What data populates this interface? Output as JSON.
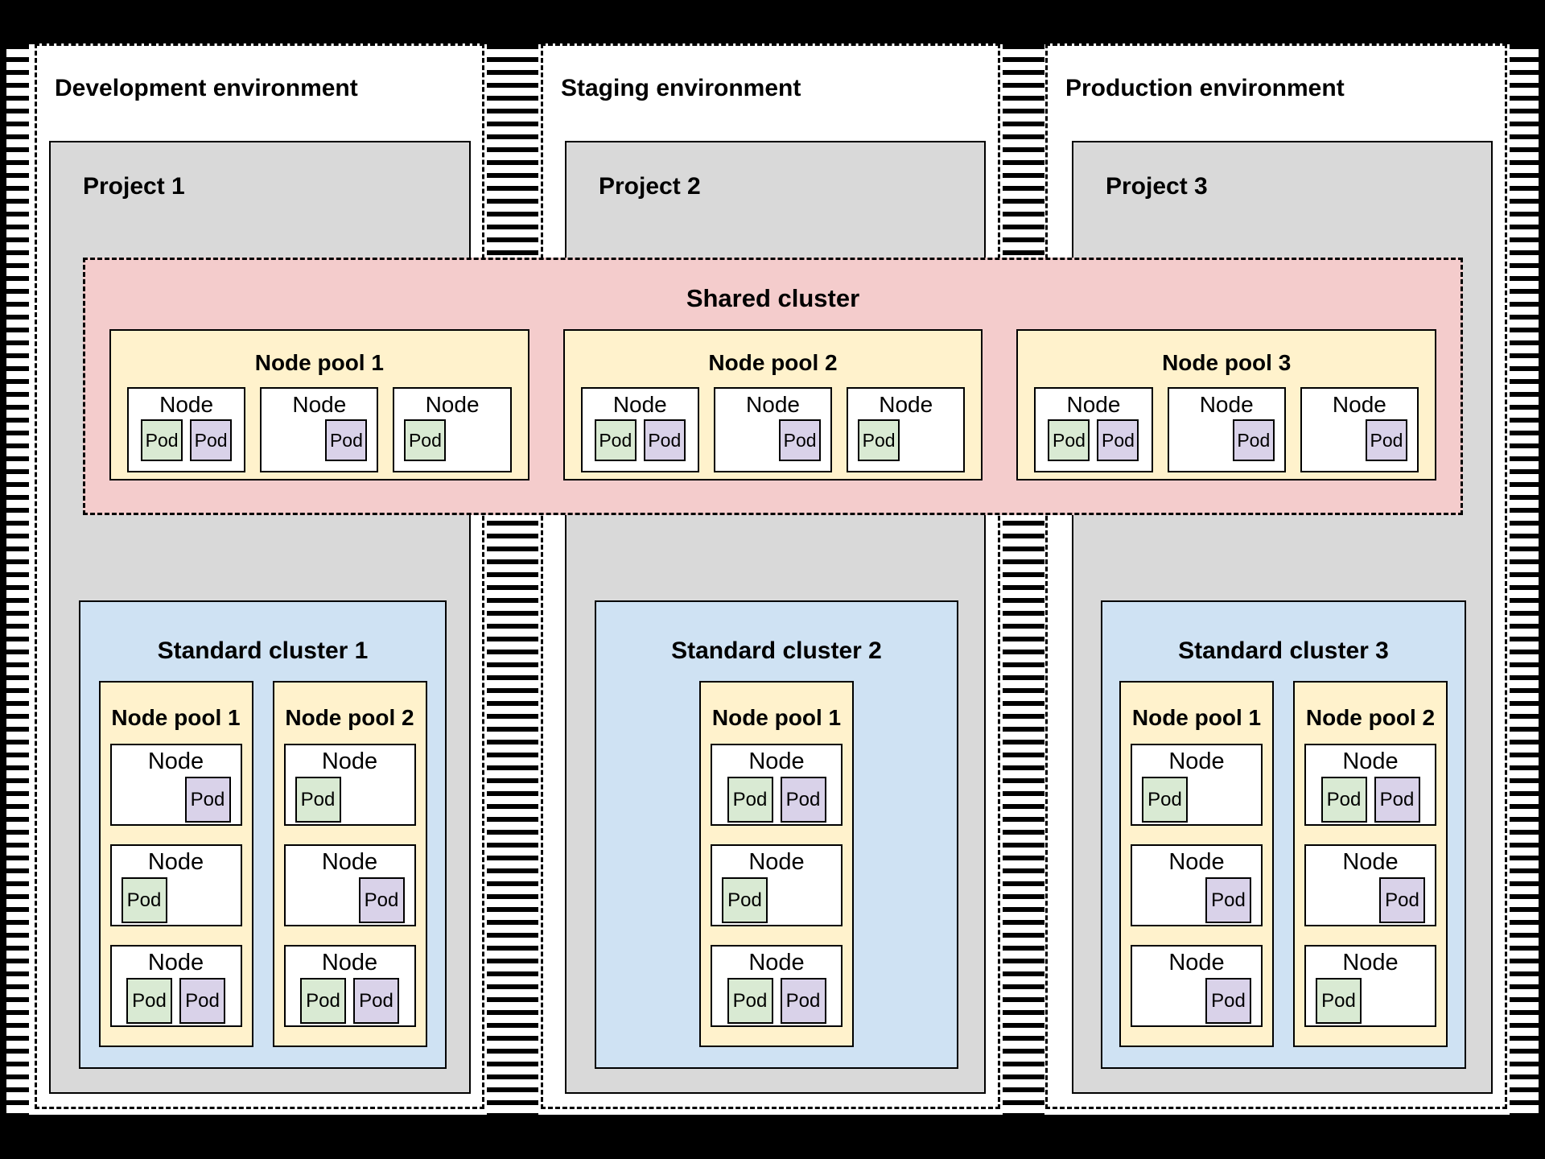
{
  "palette": {
    "background": "#000000",
    "surface": "#ffffff",
    "project_fill": "#d9d9d9",
    "shared_cluster_fill": "#f4cccc",
    "standard_cluster_fill": "#cfe2f3",
    "node_pool_fill": "#fff2cc",
    "node_fill": "#ffffff",
    "pod_green": "#d9ead3",
    "pod_purple": "#d9d2e9",
    "border": "#000000"
  },
  "shared_cluster": {
    "title": "Shared cluster",
    "node_pools": [
      {
        "label": "Node pool 1",
        "nodes": [
          {
            "label": "Node",
            "pod_align": "center",
            "pods": [
              {
                "label": "Pod",
                "color": "pod_green"
              },
              {
                "label": "Pod",
                "color": "pod_purple"
              }
            ]
          },
          {
            "label": "Node",
            "pod_align": "right",
            "pods": [
              {
                "label": "Pod",
                "color": "pod_purple"
              }
            ]
          },
          {
            "label": "Node",
            "pod_align": "left",
            "pods": [
              {
                "label": "Pod",
                "color": "pod_green"
              }
            ]
          }
        ]
      },
      {
        "label": "Node pool 2",
        "nodes": [
          {
            "label": "Node",
            "pod_align": "center",
            "pods": [
              {
                "label": "Pod",
                "color": "pod_green"
              },
              {
                "label": "Pod",
                "color": "pod_purple"
              }
            ]
          },
          {
            "label": "Node",
            "pod_align": "right",
            "pods": [
              {
                "label": "Pod",
                "color": "pod_purple"
              }
            ]
          },
          {
            "label": "Node",
            "pod_align": "left",
            "pods": [
              {
                "label": "Pod",
                "color": "pod_green"
              }
            ]
          }
        ]
      },
      {
        "label": "Node pool 3",
        "nodes": [
          {
            "label": "Node",
            "pod_align": "center",
            "pods": [
              {
                "label": "Pod",
                "color": "pod_green"
              },
              {
                "label": "Pod",
                "color": "pod_purple"
              }
            ]
          },
          {
            "label": "Node",
            "pod_align": "right",
            "pods": [
              {
                "label": "Pod",
                "color": "pod_purple"
              }
            ]
          },
          {
            "label": "Node",
            "pod_align": "right",
            "pods": [
              {
                "label": "Pod",
                "color": "pod_purple"
              }
            ]
          }
        ]
      }
    ]
  },
  "environments": [
    {
      "label": "Development environment",
      "project": {
        "label": "Project 1",
        "cluster": {
          "title": "Standard cluster 1",
          "node_pools": [
            {
              "label": "Node pool 1",
              "nodes": [
                {
                  "label": "Node",
                  "pod_align": "right",
                  "pods": [
                    {
                      "label": "Pod",
                      "color": "pod_purple"
                    }
                  ]
                },
                {
                  "label": "Node",
                  "pod_align": "left",
                  "pods": [
                    {
                      "label": "Pod",
                      "color": "pod_green"
                    }
                  ]
                },
                {
                  "label": "Node",
                  "pod_align": "center",
                  "pods": [
                    {
                      "label": "Pod",
                      "color": "pod_green"
                    },
                    {
                      "label": "Pod",
                      "color": "pod_purple"
                    }
                  ]
                }
              ]
            },
            {
              "label": "Node pool 2",
              "nodes": [
                {
                  "label": "Node",
                  "pod_align": "left",
                  "pods": [
                    {
                      "label": "Pod",
                      "color": "pod_green"
                    }
                  ]
                },
                {
                  "label": "Node",
                  "pod_align": "right",
                  "pods": [
                    {
                      "label": "Pod",
                      "color": "pod_purple"
                    }
                  ]
                },
                {
                  "label": "Node",
                  "pod_align": "center",
                  "pods": [
                    {
                      "label": "Pod",
                      "color": "pod_green"
                    },
                    {
                      "label": "Pod",
                      "color": "pod_purple"
                    }
                  ]
                }
              ]
            }
          ]
        }
      }
    },
    {
      "label": "Staging environment",
      "project": {
        "label": "Project 2",
        "cluster": {
          "title": "Standard cluster 2",
          "node_pools": [
            {
              "label": "Node pool 1",
              "nodes": [
                {
                  "label": "Node",
                  "pod_align": "center",
                  "pods": [
                    {
                      "label": "Pod",
                      "color": "pod_green"
                    },
                    {
                      "label": "Pod",
                      "color": "pod_purple"
                    }
                  ]
                },
                {
                  "label": "Node",
                  "pod_align": "left",
                  "pods": [
                    {
                      "label": "Pod",
                      "color": "pod_green"
                    }
                  ]
                },
                {
                  "label": "Node",
                  "pod_align": "center",
                  "pods": [
                    {
                      "label": "Pod",
                      "color": "pod_green"
                    },
                    {
                      "label": "Pod",
                      "color": "pod_purple"
                    }
                  ]
                }
              ]
            }
          ]
        }
      }
    },
    {
      "label": "Production environment",
      "project": {
        "label": "Project 3",
        "cluster": {
          "title": "Standard cluster 3",
          "node_pools": [
            {
              "label": "Node pool 1",
              "nodes": [
                {
                  "label": "Node",
                  "pod_align": "left",
                  "pods": [
                    {
                      "label": "Pod",
                      "color": "pod_green"
                    }
                  ]
                },
                {
                  "label": "Node",
                  "pod_align": "right",
                  "pods": [
                    {
                      "label": "Pod",
                      "color": "pod_purple"
                    }
                  ]
                },
                {
                  "label": "Node",
                  "pod_align": "right",
                  "pods": [
                    {
                      "label": "Pod",
                      "color": "pod_purple"
                    }
                  ]
                }
              ]
            },
            {
              "label": "Node pool 2",
              "nodes": [
                {
                  "label": "Node",
                  "pod_align": "center",
                  "pods": [
                    {
                      "label": "Pod",
                      "color": "pod_green"
                    },
                    {
                      "label": "Pod",
                      "color": "pod_purple"
                    }
                  ]
                },
                {
                  "label": "Node",
                  "pod_align": "right",
                  "pods": [
                    {
                      "label": "Pod",
                      "color": "pod_purple"
                    }
                  ]
                },
                {
                  "label": "Node",
                  "pod_align": "left",
                  "pods": [
                    {
                      "label": "Pod",
                      "color": "pod_green"
                    }
                  ]
                }
              ]
            }
          ]
        }
      }
    }
  ]
}
